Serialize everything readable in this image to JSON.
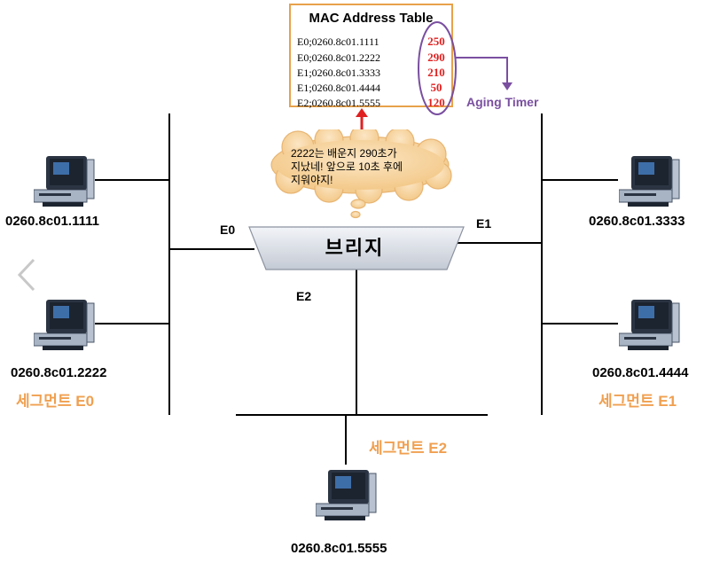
{
  "mac_table": {
    "title": "MAC Address Table",
    "rows": [
      {
        "entry": "E0;0260.8c01.1111",
        "timer": "250"
      },
      {
        "entry": "E0;0260.8c01.2222",
        "timer": "290"
      },
      {
        "entry": "E1;0260.8c01.3333",
        "timer": "210"
      },
      {
        "entry": "E1;0260.8c01.4444",
        "timer": "50"
      },
      {
        "entry": "E2;0260.8c01.5555",
        "timer": "120"
      }
    ]
  },
  "aging_timer_label": "Aging Timer",
  "thought_bubble": {
    "line1": "2222는 배운지 290초가",
    "line2": "지났네! 앞으로 10초 후에",
    "line3": "지워야지!"
  },
  "bridge": {
    "label": "브리지",
    "ports": {
      "e0": "E0",
      "e1": "E1",
      "e2": "E2"
    }
  },
  "hosts": {
    "h1111": "0260.8c01.1111",
    "h2222": "0260.8c01.2222",
    "h3333": "0260.8c01.3333",
    "h4444": "0260.8c01.4444",
    "h5555": "0260.8c01.5555"
  },
  "segments": {
    "e0": "세그먼트 E0",
    "e1": "세그먼트 E1",
    "e2": "세그먼트 E2"
  },
  "colors": {
    "table_border": "#E8A14A",
    "timer_text": "#E02020",
    "aging": "#7A4FA0",
    "segment_text": "#F0A050",
    "bubble_fill": "#F8D9A8",
    "bridge_fill": "#D9DEE6"
  },
  "icons": {
    "back": "chevron-left-icon",
    "computer": "computer-icon"
  }
}
